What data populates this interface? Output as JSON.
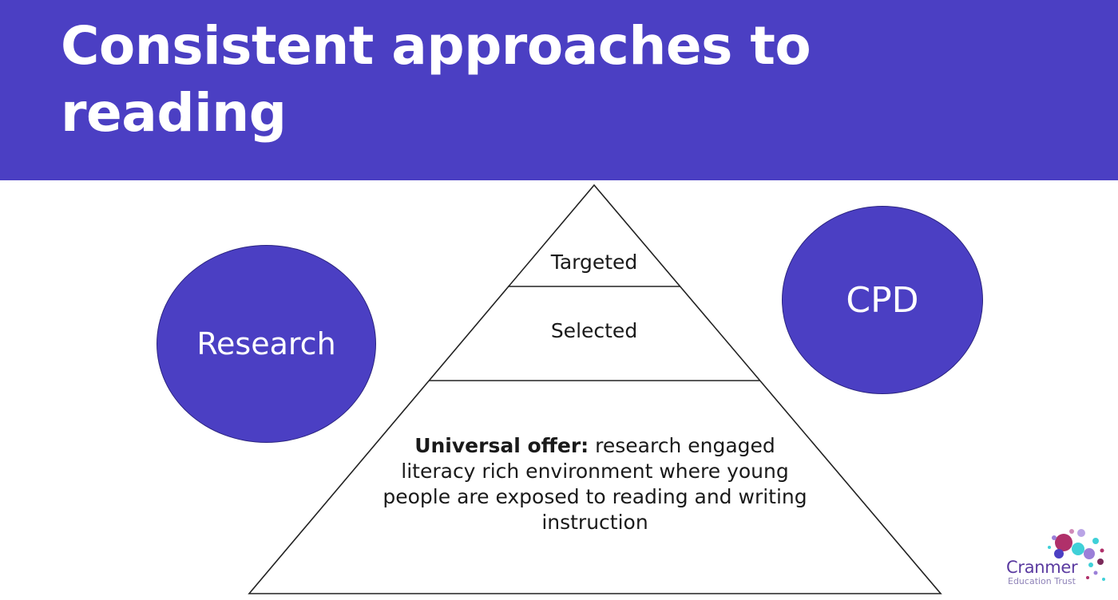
{
  "slide": {
    "title": "Consistent approaches to reading"
  },
  "circles": {
    "left_label": "Research",
    "right_label": "CPD"
  },
  "pyramid": {
    "tiers": {
      "targeted": "Targeted",
      "selected": "Selected",
      "universal_bold": "Universal offer:",
      "universal_text": " research engaged literacy rich environment where young people are exposed to reading and writing instruction"
    }
  },
  "logo": {
    "name": "Cranmer",
    "subtitle": "Education Trust"
  },
  "colors": {
    "brand_purple": "#4b3fc3",
    "title_text": "#ffffff"
  }
}
